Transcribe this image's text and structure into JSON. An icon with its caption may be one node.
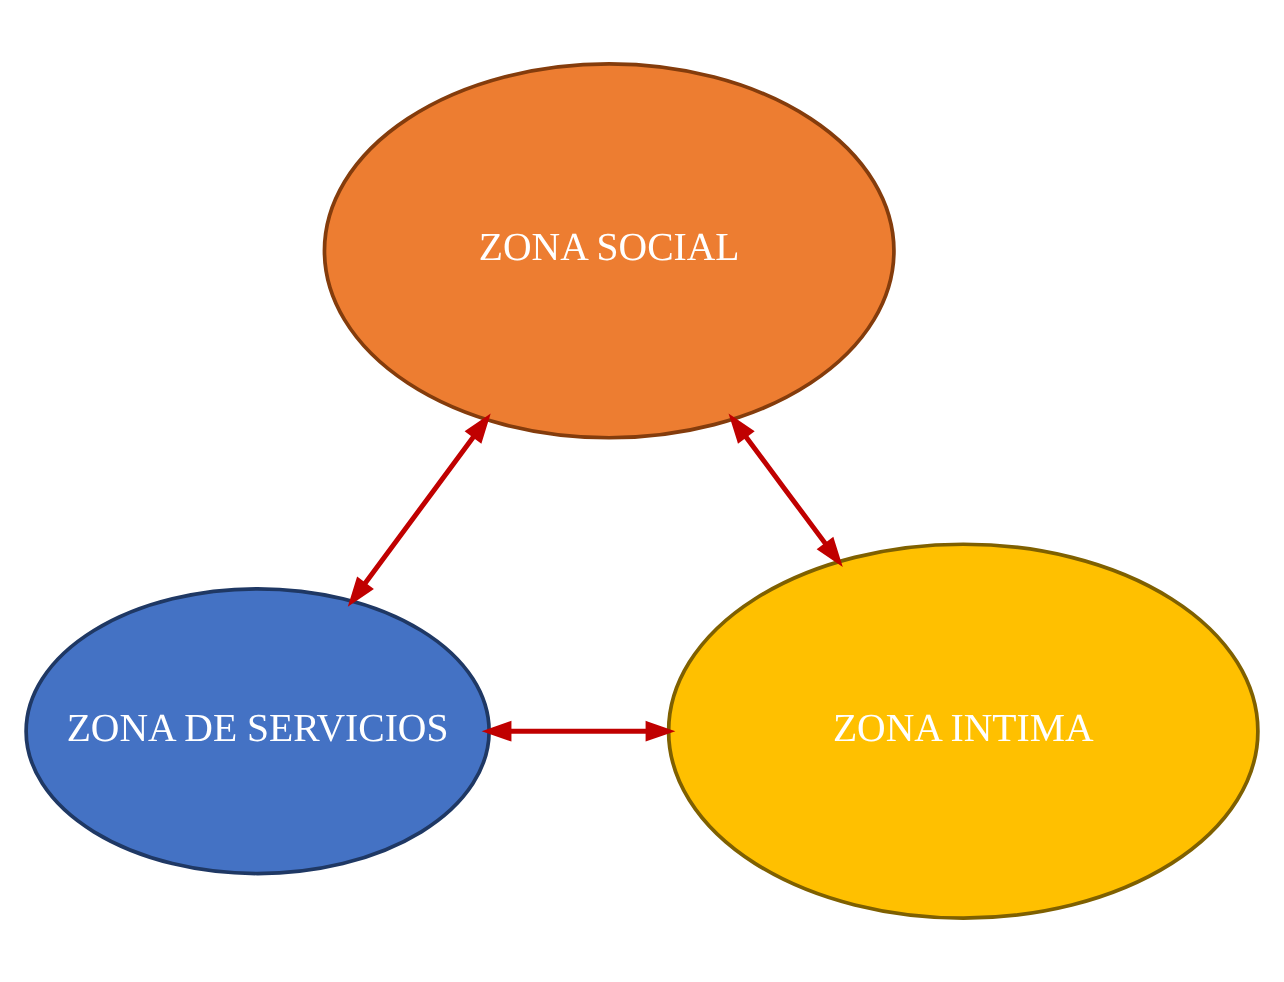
{
  "diagram": {
    "nodes": [
      {
        "text": [
          "ZONA SOCIAL"
        ]
      },
      {
        "text": [
          "ZONA DE SERVICIOS"
        ]
      },
      {
        "text": [
          "ZONA INTIMA"
        ]
      }
    ],
    "edges": [
      {
        "from": 0,
        "to": 1,
        "arrow": "both"
      },
      {
        "from": 0,
        "to": 2,
        "arrow": "both"
      },
      {
        "from": 2,
        "to": 1,
        "arrow": "both"
      }
    ]
  }
}
